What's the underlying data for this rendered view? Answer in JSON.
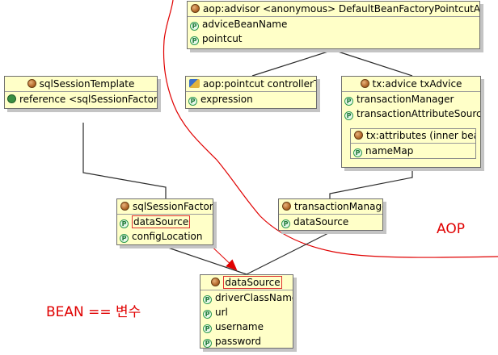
{
  "nodes": {
    "aop_advisor": {
      "title": "aop:advisor <anonymous> DefaultBeanFactoryPointcutAdvisor",
      "props": [
        "adviceBeanName",
        "pointcut"
      ]
    },
    "sql_session_template": {
      "title": "sqlSessionTemplate",
      "ref": "reference <sqlSessionFactory>"
    },
    "aop_pointcut": {
      "title": "aop:pointcut controllerTx",
      "props": [
        "expression"
      ]
    },
    "tx_advice": {
      "title": "tx:advice txAdvice",
      "props": [
        "transactionManager",
        "transactionAttributeSource"
      ],
      "inner": {
        "title": "tx:attributes (inner bean)",
        "props": [
          "nameMap"
        ]
      }
    },
    "sql_session_factory": {
      "title": "sqlSessionFactory",
      "props": [
        "dataSource",
        "configLocation"
      ]
    },
    "transaction_manager": {
      "title": "transactionManager",
      "props": [
        "dataSource"
      ]
    },
    "data_source": {
      "title": "dataSource",
      "props": [
        "driverClassName",
        "url",
        "username",
        "password"
      ]
    }
  },
  "annotations": {
    "aop_label": "AOP",
    "bean_label": "BEAN == 변수"
  },
  "property_badge": "P",
  "colors": {
    "node_fill": "#ffffc8",
    "node_border": "#6e6e6e",
    "annotation_red": "#e00000",
    "connector": "#2a2a2a"
  }
}
